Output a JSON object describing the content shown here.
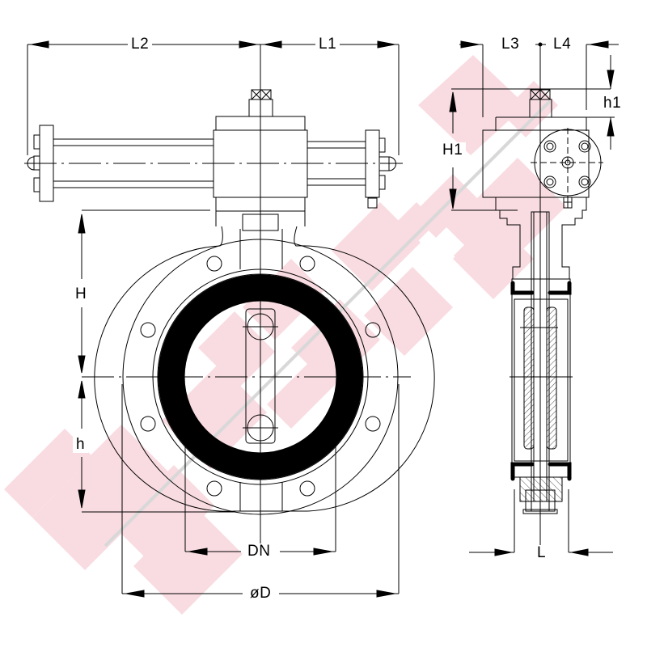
{
  "drawing": {
    "subject": "Butterfly valve with gear operator - front and side views",
    "colors": {
      "line": "#000000",
      "liner": "#000000",
      "watermark_pink": "#f9dce2",
      "watermark_grey": "#d8d8d8",
      "background": "#ffffff"
    }
  },
  "dimensions": {
    "front_view": {
      "L2": "L2",
      "L1": "L1",
      "H": "H",
      "h": "h",
      "DN": "DN",
      "D": "øD"
    },
    "side_view": {
      "L3": "L3",
      "L4": "L4",
      "H1": "H1",
      "h1": "h1",
      "L": "L"
    }
  }
}
